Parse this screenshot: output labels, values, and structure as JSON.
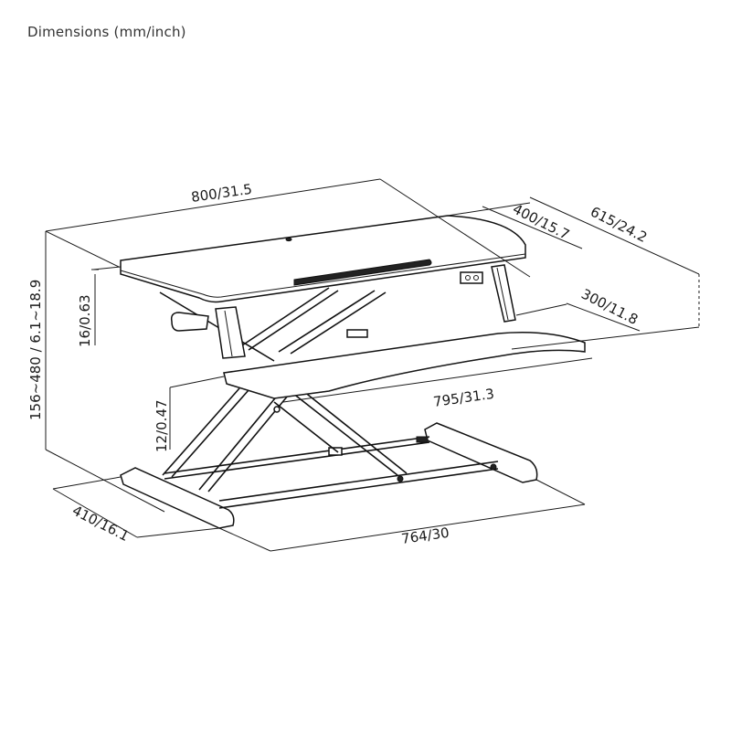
{
  "title": "Dimensions (mm/inch)",
  "dimensions": {
    "top_width": "800/31.5",
    "top_depth": "400/15.7",
    "overall_depth": "615/24.2",
    "keyboard_depth": "300/11.8",
    "keyboard_width": "795/31.3",
    "base_width": "764/30",
    "base_depth": "410/16.1",
    "height_range": "156~480 / 6.1~18.9",
    "top_thickness": "16/0.63",
    "keyboard_thickness": "12/0.47"
  },
  "colors": {
    "line": "#1a1a1a",
    "background": "#ffffff",
    "text": "#333333"
  }
}
